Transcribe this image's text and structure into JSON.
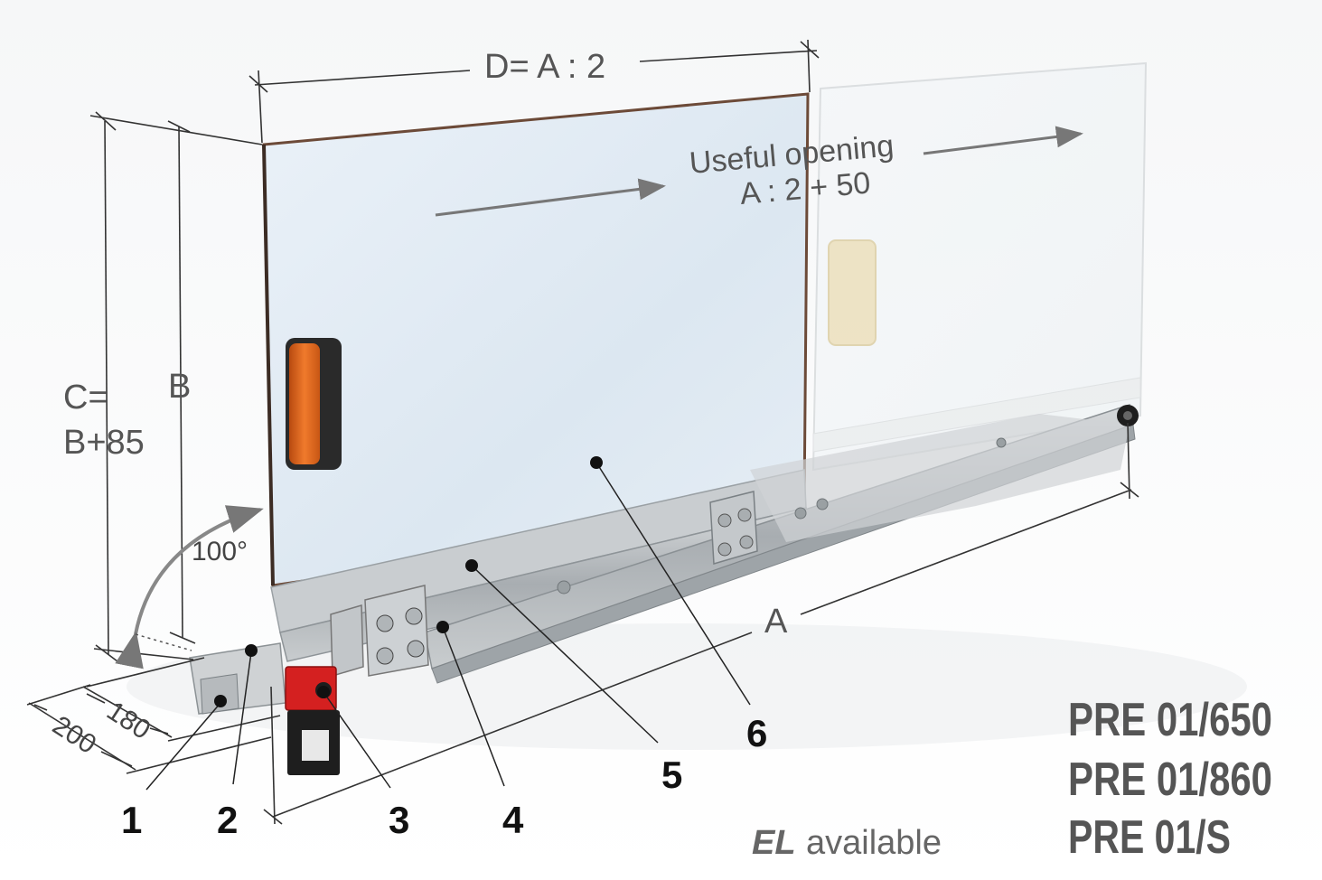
{
  "dimensions": {
    "d_label": "D= A : 2",
    "c_label_line1": "C=",
    "c_label_line2": "B+85",
    "b_label": "B",
    "a_label": "A",
    "angle_label": "100°",
    "depth_180": "180",
    "depth_200": "200"
  },
  "useful_opening": {
    "line1": "Useful opening",
    "line2": "A : 2 + 50"
  },
  "callouts": [
    "1",
    "2",
    "3",
    "4",
    "5",
    "6"
  ],
  "availability": {
    "el_mark": "EL",
    "text": "available"
  },
  "models": [
    "PRE 01/650",
    "PRE 01/860",
    "PRE 01/S"
  ],
  "colors": {
    "handle_orange": "#e0641c",
    "handle_dark": "#2a2a2a",
    "switch_red": "#d42020",
    "rail_aluminium": "#b8bcbf",
    "panel_tint": "#dfe9f2"
  }
}
